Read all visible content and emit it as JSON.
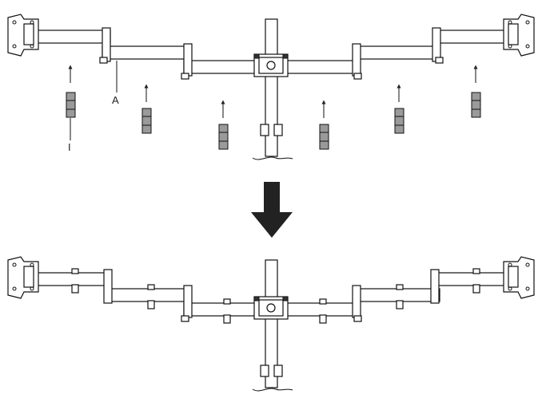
{
  "labels": {
    "part_a": "A",
    "part_i": "I"
  },
  "colors": {
    "line": "#111111",
    "clip_fill": "#9a9a9a",
    "arrow": "#222222",
    "background": "#ffffff"
  },
  "icons": {
    "transition": "down-arrow-icon",
    "insert": "up-arrow-icon"
  },
  "clip_count_before": 6,
  "clip_count_after": 12
}
